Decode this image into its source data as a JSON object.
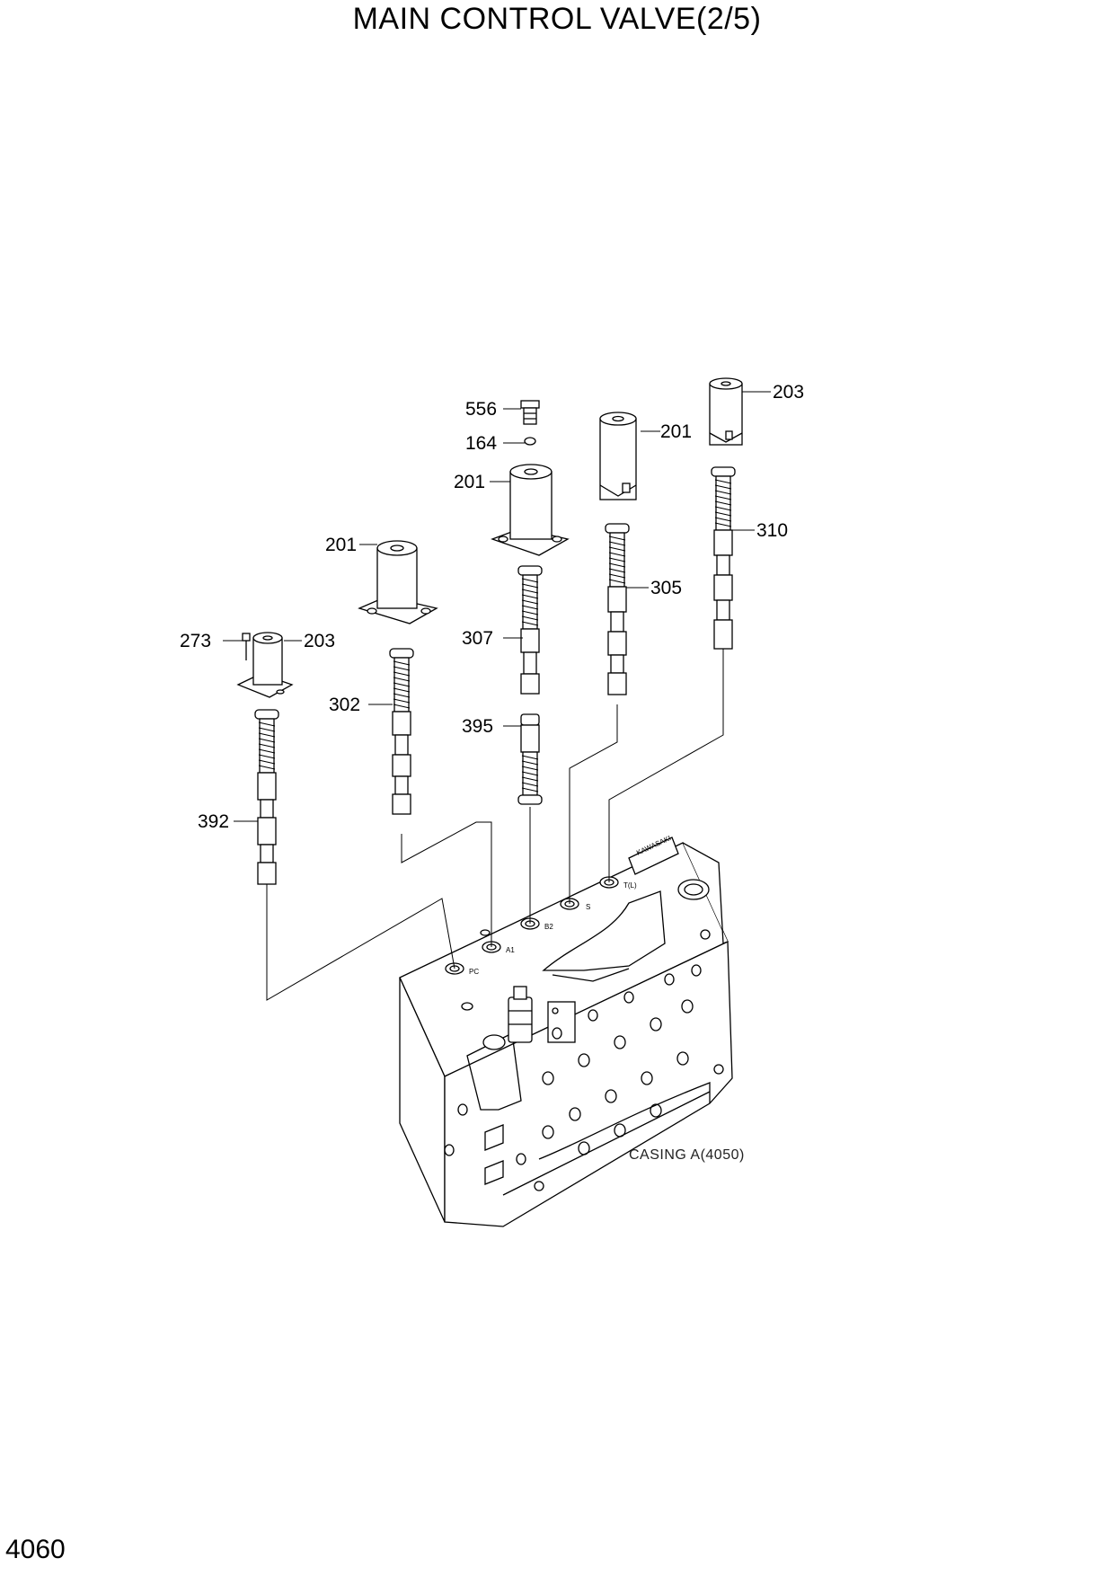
{
  "page": {
    "title": "MAIN CONTROL VALVE(2/5)",
    "page_number": "4060"
  },
  "labels": {
    "p556": "556",
    "p164": "164",
    "p201_center": "201",
    "p201_upper": "201",
    "p203_top": "203",
    "p310": "310",
    "p305": "305",
    "p201_left": "201",
    "p307": "307",
    "p273": "273",
    "p203_left": "203",
    "p302": "302",
    "p395": "395",
    "p392": "392",
    "casing": "CASING A(4050)"
  },
  "ports": {
    "pc": "PC",
    "a1": "A1",
    "b2": "B2",
    "s": "S",
    "ti": "T(L)",
    "nameplate": "KAWASAKI"
  }
}
